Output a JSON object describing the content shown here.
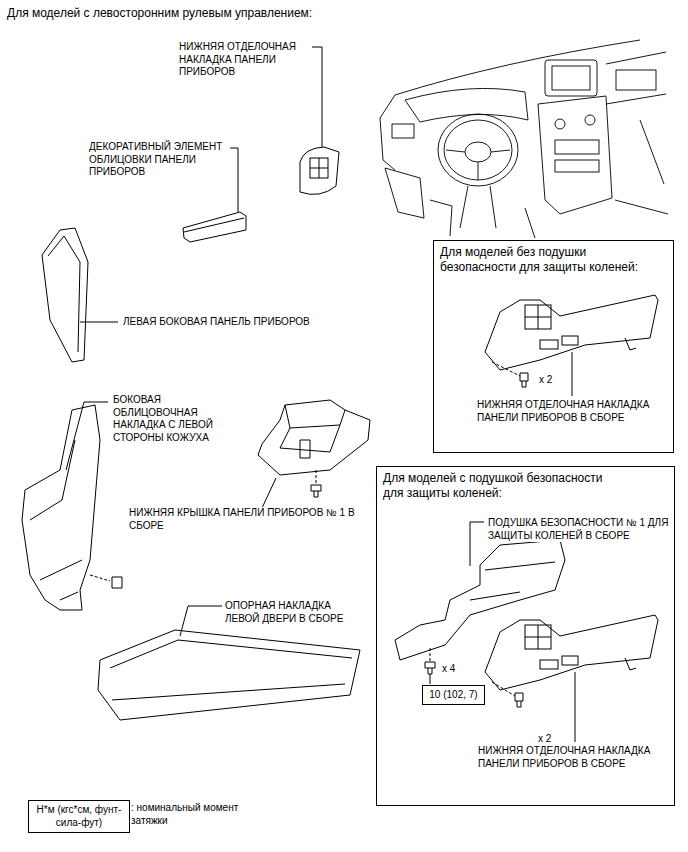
{
  "diagram": {
    "title": "Для моделей с левосторонним рулевым управлением:",
    "nodes": [
      {
        "text": [
          "Для моделей без подушки безопасности для защиты коленей:",
          "x 2",
          "НИЖНЯЯ ОТДЕЛОЧНАЯ НАКЛАДКА ПАНЕЛИ ПРИБОРОВ В СБОРЕ"
        ]
      },
      {
        "text": [
          "Для моделей с подушкой безопасности для защиты коленей:",
          "ПОДУШКА БЕЗОПАСНОСТИ № 1 ДЛЯ ЗАЩИТЫ КОЛЕНЕЙ В СБОРЕ",
          "x 4",
          "x 2",
          "НИЖНЯЯ ОТДЕЛОЧНАЯ НАКЛАДКА ПАНЕЛИ ПРИБОРОВ В СБОРЕ"
        ]
      },
      {
        "text": [
          "10 (102, 7)"
        ],
        "in": 1
      },
      {
        "text": [
          "Н*м (кгс*см, фунт-сила-фут)"
        ]
      }
    ],
    "labels": [
      "НИЖНЯЯ ОТДЕЛОЧНАЯ НАКЛАДКА ПАНЕЛИ ПРИБОРОВ",
      "ДЕКОРАТИВНЫЙ ЭЛЕМЕНТ ОБЛИЦОВКИ ПАНЕЛИ ПРИБОРОВ",
      "ЛЕВАЯ БОКОВАЯ ПАНЕЛЬ ПРИБОРОВ",
      "БОКОВАЯ ОБЛИЦОВОЧНАЯ НАКЛАДКА С ЛЕВОЙ СТОРОНЫ КОЖУХА",
      "НИЖНЯЯ КРЫШКА ПАНЕЛИ ПРИБОРОВ № 1 В СБОРЕ",
      "ОПОРНАЯ НАКЛАДКА ЛЕВОЙ ДВЕРИ В СБОРЕ"
    ],
    "legend": [
      {
        "text": ": номинальный момент затяжки"
      }
    ]
  }
}
